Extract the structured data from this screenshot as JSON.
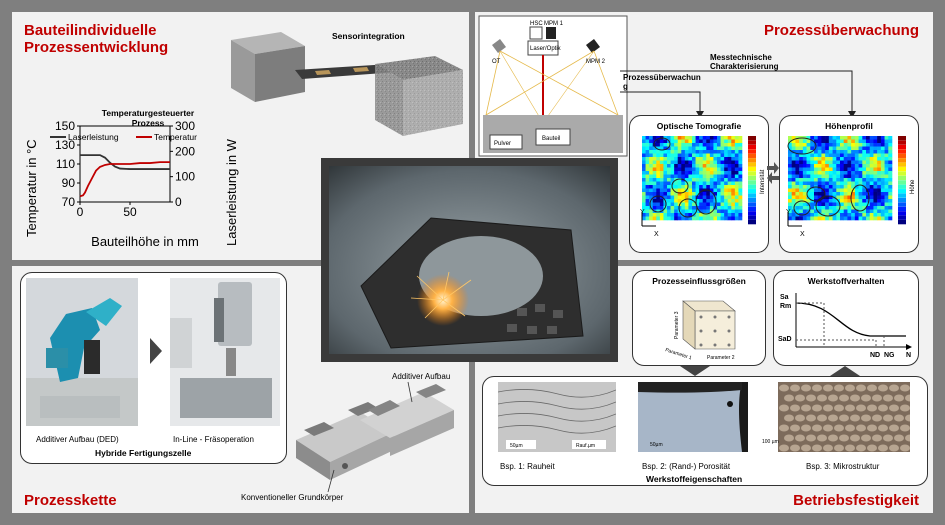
{
  "quadrants": {
    "top_left_title_line1": "Bauteilindividuelle",
    "top_left_title_line2": "Prozessentwicklung",
    "top_right_title": "Prozessüberwachung",
    "bottom_left_title": "Prozesskette",
    "bottom_right_title": "Betriebsfestigkeit"
  },
  "sensor_label": "Sensorintegration",
  "chart_data": {
    "type": "line",
    "title_line1": "Temperaturgesteuerter",
    "title_line2": "Prozess",
    "xlabel": "Bauteilhöhe in mm",
    "ylabel_left": "Temperatur in °C",
    "ylabel_right": "Laserleistung in W",
    "xlim": [
      0,
      90
    ],
    "ylim_left": [
      70,
      150
    ],
    "ylim_right": [
      0,
      300
    ],
    "xticks": [
      "0",
      "50"
    ],
    "yticks_left": [
      "70",
      "90",
      "110",
      "130",
      "150"
    ],
    "yticks_right": [
      "0",
      "100",
      "200",
      "300"
    ],
    "series": [
      {
        "name": "Laserleistung",
        "axis": "right",
        "color": "#333333",
        "x": [
          0,
          10,
          20,
          25,
          30,
          35,
          40,
          50,
          60,
          70,
          80,
          90
        ],
        "values": [
          185,
          185,
          185,
          175,
          155,
          140,
          132,
          130,
          130,
          130,
          130,
          130
        ]
      },
      {
        "name": "Temperatur",
        "axis": "left",
        "color": "#c00000",
        "x": [
          0,
          3,
          5,
          8,
          12,
          16,
          20,
          25,
          30,
          40,
          50,
          60,
          70,
          80,
          90
        ],
        "values": [
          76,
          77,
          80,
          87,
          95,
          103,
          107,
          109,
          110,
          110,
          110,
          111,
          111,
          112,
          112
        ]
      }
    ]
  },
  "monitoring": {
    "device_labels": {
      "hsc": "HSC",
      "mpm1": "MPM 1",
      "laser": "Laser/Optik",
      "ot": "OT",
      "mpm2": "MPM 2",
      "pulver": "Pulver",
      "bauteil": "Bauteil"
    },
    "label_prozess": "Prozessüberwachun\ng",
    "label_mess_line1": "Messtechnische",
    "label_mess_line2": "Charakterisierung",
    "panel1_title": "Optische Tomografie",
    "panel1_colorbar": "Intensität",
    "panel2_title": "Höhenprofil",
    "panel2_colorbar": "Höhe",
    "axis_x": "X",
    "axis_y": "Y"
  },
  "process_chain": {
    "photo1_caption": "Additiver Aufbau (DED)",
    "photo2_caption": "In-Line - Fräsoperation",
    "cell_caption": "Hybride Fertigungszelle",
    "part_label_top": "Additiver Aufbau",
    "part_label_bottom": "Konventioneller Grundkörper"
  },
  "fatigue": {
    "influence_title": "Prozesseinflussgrößen",
    "param1": "Parameter 1",
    "param2": "Parameter 2",
    "param3": "Parameter 3",
    "material_title": "Werkstoffverhalten",
    "sa": "Sa",
    "rm": "Rm",
    "sad": "SaD",
    "nd": "ND",
    "ng": "NG",
    "n": "N",
    "ex1": "Bsp. 1: Rauheit",
    "ex2": "Bsp. 2: (Rand-) Porosität",
    "ex3": "Bsp. 3: Mikrostruktur",
    "props": "Werkstoffeigenschaften",
    "scale1": "50µm",
    "scale1b": "Rauf.µm",
    "scale2": "50µm",
    "scale3": "100 µm"
  }
}
